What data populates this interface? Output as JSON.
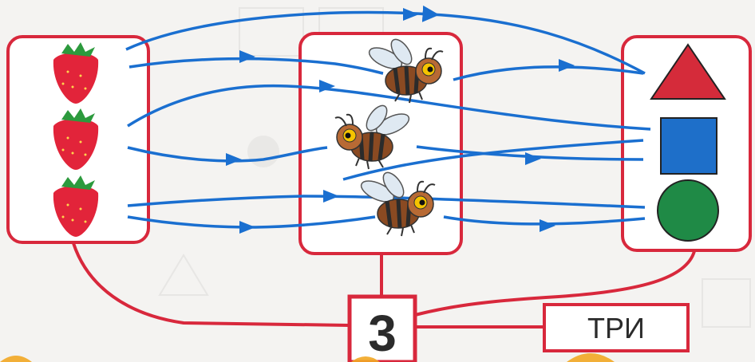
{
  "groups": [
    {
      "name": "strawberries",
      "count": 3,
      "icon": "strawberry-icon"
    },
    {
      "name": "bees",
      "count": 3,
      "icon": "bee-icon"
    },
    {
      "name": "shapes",
      "items": [
        "triangle-icon",
        "square-icon",
        "circle-icon"
      ]
    }
  ],
  "number_box": {
    "value": "3"
  },
  "word_box": {
    "text": "ТРИ"
  },
  "colors": {
    "frame": "#d8283c",
    "arrow": "#1a6fd0",
    "triangle": "#d52b3a",
    "square": "#1e6fc9",
    "circle": "#1f8a46",
    "strawberry": "#e2243a",
    "leaf": "#2c9a3d",
    "bee_body": "#8a4a22",
    "bee_stripe": "#2b2b2b",
    "bee_eye": "#f5c400"
  }
}
